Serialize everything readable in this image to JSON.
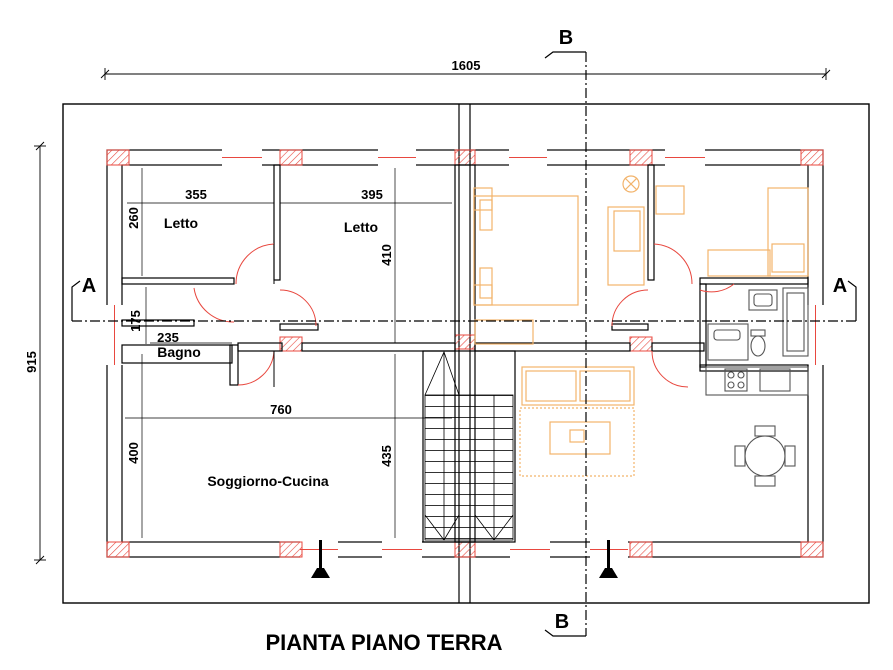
{
  "title": "PIANTA PIANO TERRA",
  "section_markers": {
    "a": "A",
    "b": "B"
  },
  "dimensions": {
    "overall_width": "1605",
    "overall_depth": "915",
    "bed1_width": "355",
    "bed1_depth": "260",
    "bed2_width": "395",
    "bed2_depth": "410",
    "bath_width": "235",
    "bath_depth": "175",
    "living_width": "760",
    "living_depth_left": "400",
    "living_depth_right": "435"
  },
  "rooms": {
    "bedroom_1": "Letto",
    "bedroom_2": "Letto",
    "bathroom": "Bagno",
    "living": "Soggiorno-Cucina"
  },
  "colors": {
    "wall": "#000000",
    "hatch": "#e8483f",
    "furniture": "#f2b36b",
    "fixture": "#555555",
    "section_line": "#000000"
  }
}
